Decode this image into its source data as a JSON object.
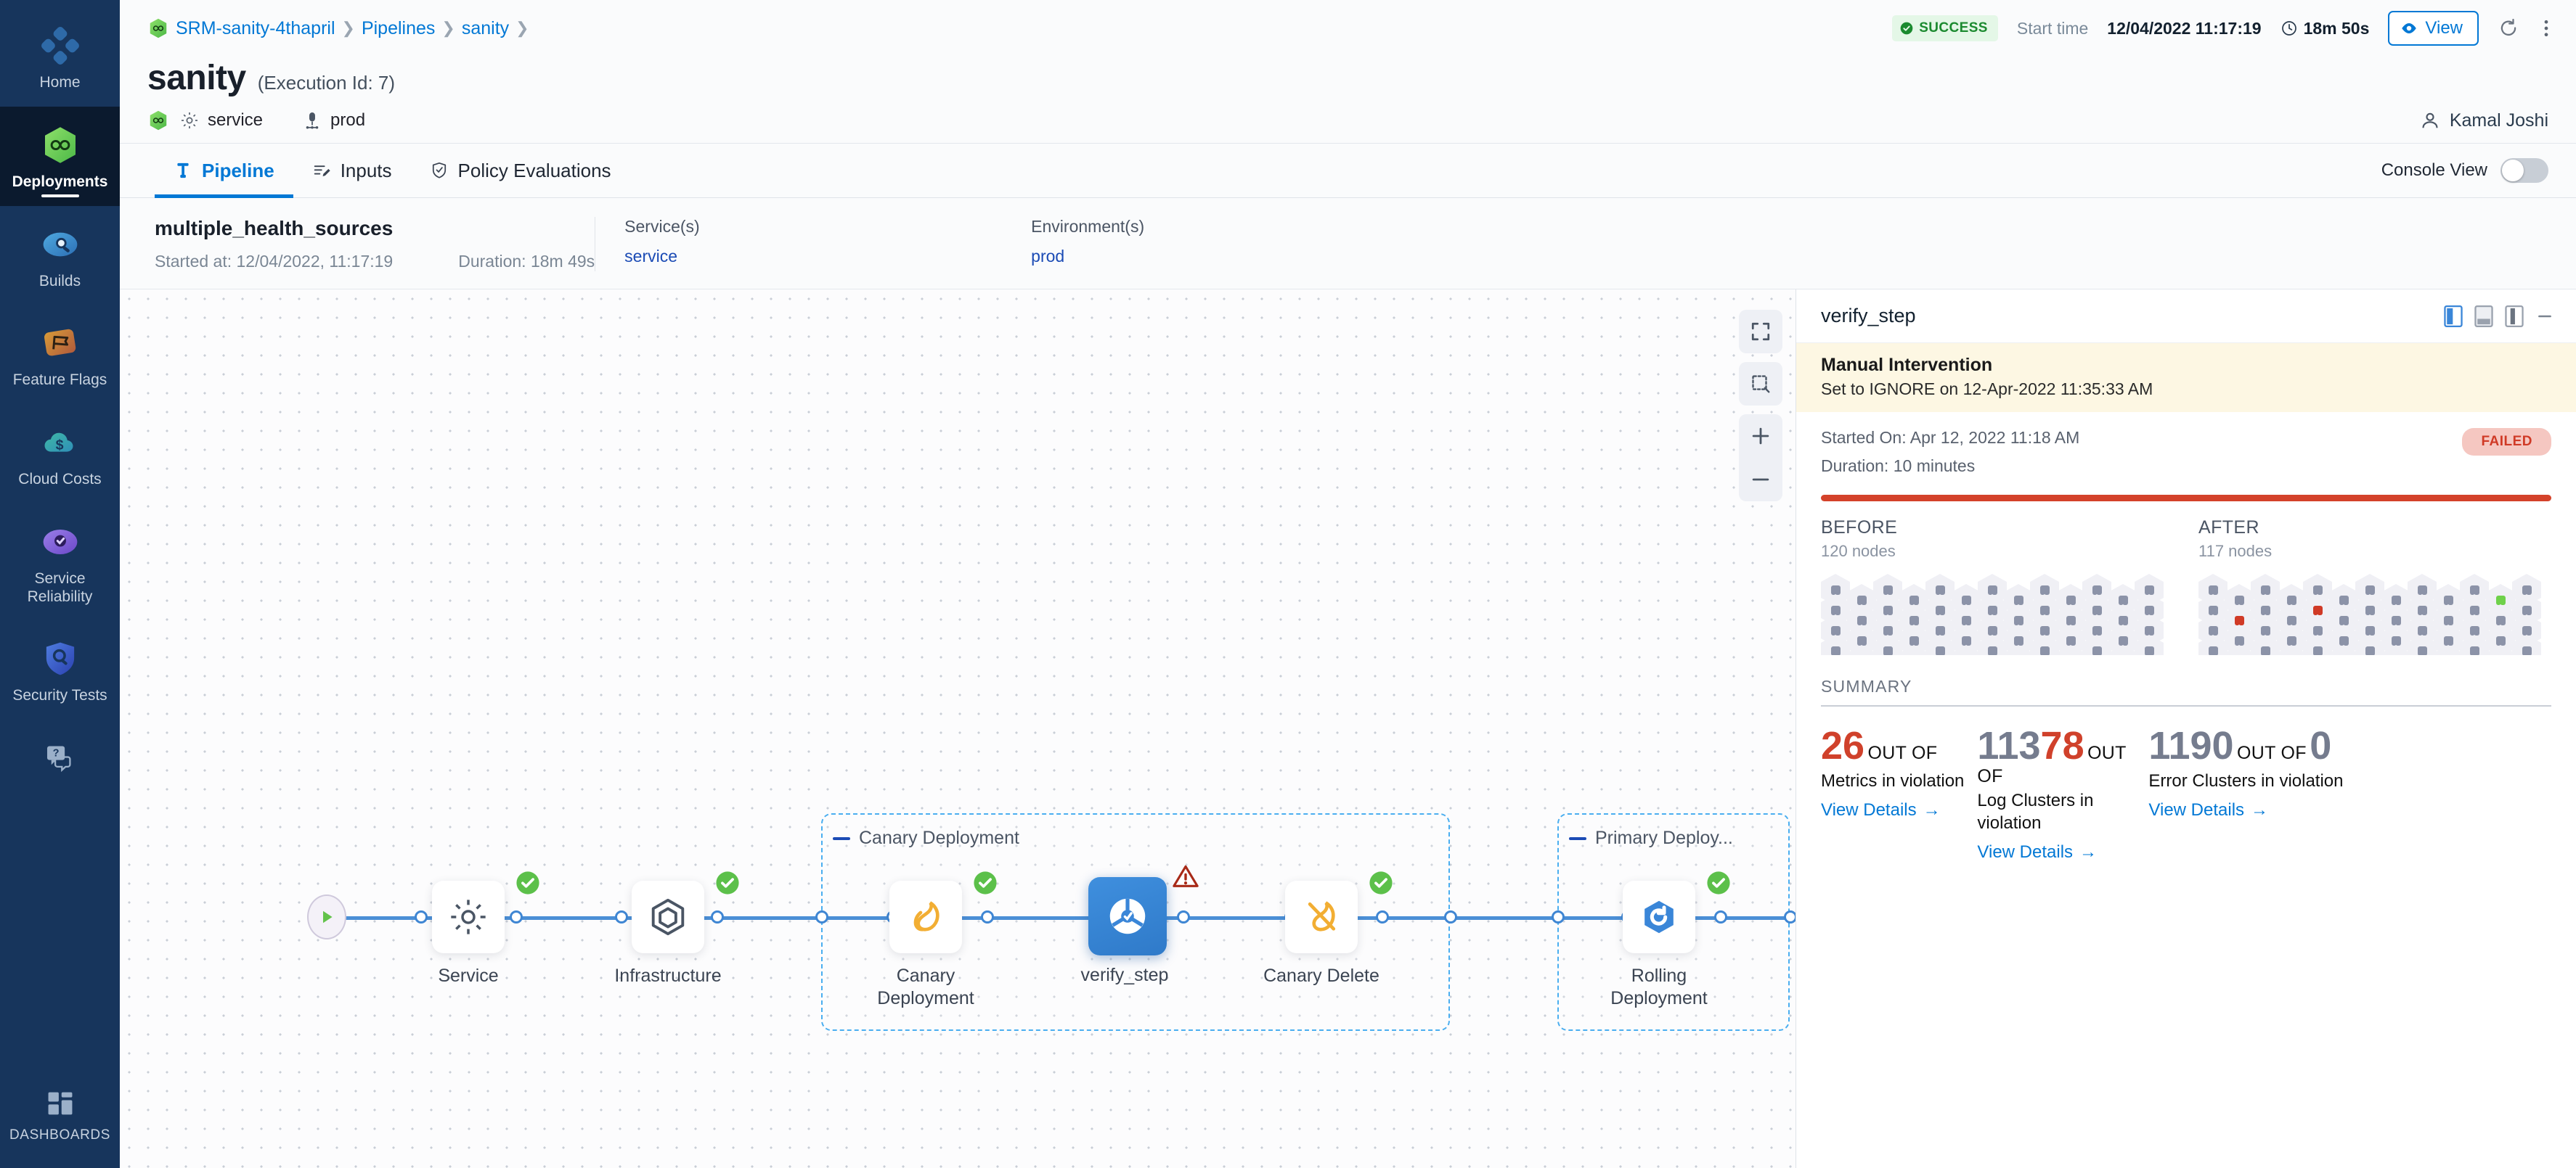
{
  "nav": {
    "items": [
      {
        "label": "Home",
        "icon": "home-grid-icon",
        "active": false
      },
      {
        "label": "Deployments",
        "icon": "deployments-infinity-icon",
        "active": true
      },
      {
        "label": "Builds",
        "icon": "builds-icon",
        "active": false
      },
      {
        "label": "Feature Flags",
        "icon": "feature-flags-icon",
        "active": false
      },
      {
        "label": "Cloud Costs",
        "icon": "cloud-costs-icon",
        "active": false
      },
      {
        "label": "Service Reliability",
        "icon": "service-reliability-icon",
        "active": false
      },
      {
        "label": "Security Tests",
        "icon": "security-tests-shield-icon",
        "active": false
      },
      {
        "label": "",
        "icon": "help-chat-icon",
        "active": false
      },
      {
        "label": "DASHBOARDS",
        "icon": "dashboards-icon",
        "active": false
      }
    ]
  },
  "topbar": {
    "breadcrumbs": [
      "SRM-sanity-4thapril",
      "Pipelines",
      "sanity"
    ],
    "status": "SUCCESS",
    "start_time_label": "Start time",
    "start_time_value": "12/04/2022 11:17:19",
    "duration": "18m 50s",
    "view_label": "View",
    "refresh_icon": "refresh-icon",
    "more_icon": "more-vertical-icon"
  },
  "header": {
    "title": "sanity",
    "execution_id": "(Execution Id: 7)",
    "service": "service",
    "environment": "prod",
    "user": "Kamal Joshi"
  },
  "tabs": [
    {
      "label": "Pipeline",
      "icon": "pipeline-icon",
      "active": true
    },
    {
      "label": "Inputs",
      "icon": "inputs-icon",
      "active": false
    },
    {
      "label": "Policy Evaluations",
      "icon": "policy-shield-icon",
      "active": false
    }
  ],
  "console_view": {
    "label": "Console View",
    "on": false
  },
  "infostrip": {
    "name": "multiple_health_sources",
    "started_at": "Started at: 12/04/2022, 11:17:19",
    "duration": "Duration: 18m 49s",
    "services_head": "Service(s)",
    "services_value": "service",
    "environments_head": "Environment(s)",
    "environments_value": "prod"
  },
  "graph": {
    "tools": [
      {
        "name": "fit-to-screen-icon"
      },
      {
        "name": "select-area-icon"
      },
      {
        "name": "zoom-in-icon"
      },
      {
        "name": "zoom-out-icon"
      }
    ],
    "groups": [
      {
        "label": "Canary Deployment"
      },
      {
        "label": "Primary Deploy..."
      }
    ],
    "nodes": [
      {
        "label": "Service",
        "icon": "gear-icon",
        "status": "success",
        "selected": false
      },
      {
        "label": "Infrastructure",
        "icon": "infrastructure-hex-icon",
        "status": "success",
        "selected": false
      },
      {
        "label": "Canary Deployment",
        "icon": "canary-bird-icon",
        "status": "success",
        "selected": false
      },
      {
        "label": "verify_step",
        "icon": "verify-icon",
        "status": "warning",
        "selected": true
      },
      {
        "label": "Canary Delete",
        "icon": "canary-delete-icon",
        "status": "success",
        "selected": false
      },
      {
        "label": "Rolling Deployment",
        "icon": "rolling-deployment-icon",
        "status": "success",
        "selected": false
      }
    ]
  },
  "detail": {
    "title": "verify_step",
    "panel_icons": [
      "panel-left-view-icon",
      "panel-bottom-view-icon",
      "panel-right-view-icon",
      "minimize-icon"
    ],
    "manual_intervention": {
      "title": "Manual Intervention",
      "subtitle": "Set to IGNORE on 12-Apr-2022 11:35:33 AM"
    },
    "started_on": "Started On: Apr 12, 2022 11:18 AM",
    "duration": "Duration: 10 minutes",
    "status": "FAILED",
    "progress_color": "#d4422a",
    "before": {
      "head": "BEFORE",
      "count": "120 nodes"
    },
    "after": {
      "head": "AFTER",
      "count": "117 nodes"
    },
    "summary": {
      "head": "SUMMARY",
      "items": [
        {
          "value": "26",
          "value_color": "red",
          "out_of_label": "OUT OF",
          "total": "113",
          "total_color": "gray",
          "desc": "Metrics in violation",
          "link": "View Details"
        },
        {
          "value": "78",
          "value_color": "red",
          "out_of_label": "OUT OF",
          "total": "1190",
          "total_color": "gray",
          "desc": "Log Clusters in violation",
          "link": "View Details"
        },
        {
          "value": "0",
          "value_color": "gray",
          "out_of_label": "",
          "total": "",
          "total_color": "gray",
          "desc": "Error Clusters in violation",
          "link": "View Details"
        }
      ]
    }
  },
  "colors": {
    "accent": "#0278d5",
    "success": "#5cc04a",
    "failed": "#d0412b",
    "nav_bg": "#17355c"
  }
}
